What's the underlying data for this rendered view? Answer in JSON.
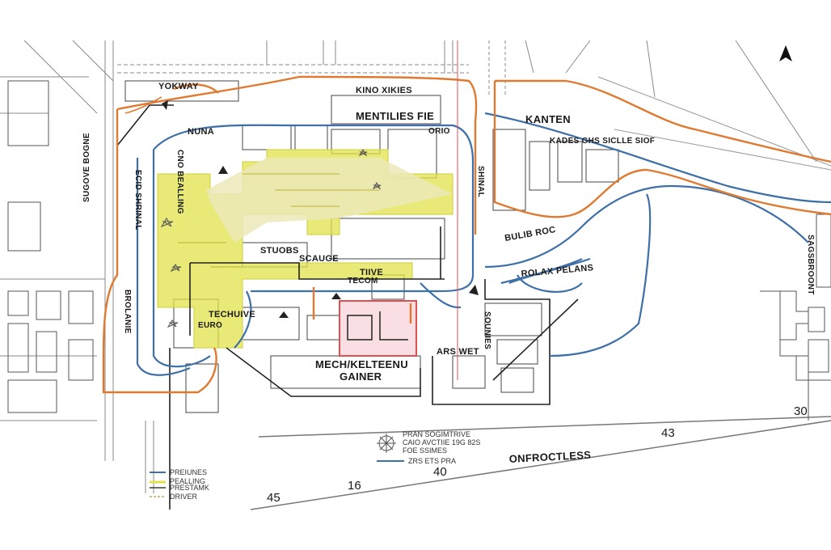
{
  "labels": {
    "yokway": "YOKWAY",
    "kino": "KINO XIKIES",
    "mentilies": "MENTILIES FIE",
    "nuna": "NUNA",
    "kanten": "KANTEN",
    "kades": "KADES GHS SICLLE SIOF",
    "ecid": "ECID SHRINAL",
    "cno": "CNO BEALLING",
    "bulib": "BULIB ROC",
    "rolax": "ROLAX PELANS",
    "stuobs": "STUOBS",
    "scauge": "SCAUGE",
    "tecom": "TECOM",
    "tiive": "TIIVE",
    "techuive": "TECHUIVE",
    "mech": "MECH/KELTEENU",
    "gainer": "GAINER",
    "ars_wet": "ARS WET",
    "sagsbroont": "SAGSBROONT",
    "onfroctless": "ONFROCTLESS",
    "brolanie": "BROLANIE",
    "sugove": "SUGOVE BOGNE",
    "sounes": "SOUNIES",
    "shinal": "SHINAL",
    "orio": "ORIO",
    "euro": "EURO"
  },
  "numbers": {
    "n30": "30",
    "n43": "43",
    "n40": "40",
    "n16": "16",
    "n45": "45"
  },
  "note": {
    "line1": "PRAN SOGIMTRIVE",
    "line2": "CAIO AVCTIIE 19G 82S",
    "line3": "FOE SSIMES",
    "line4": "ZRS ETS PRA"
  },
  "legend": {
    "items": [
      {
        "label": "PREIUNES",
        "color": "#3d6fa8",
        "style": "solid"
      },
      {
        "label": "PEALLING",
        "color": "#e1e24a",
        "style": "solid"
      },
      {
        "label": "PRESTAMK",
        "color": "#3d3d3d",
        "style": "solid"
      },
      {
        "label": "DRIVER",
        "color": "#c5a35a",
        "style": "dashed"
      }
    ]
  },
  "colors": {
    "orange": "#e07a30",
    "blue": "#3d6fa8",
    "yellow": "#e1e24a",
    "red": "#e05050"
  },
  "north_arrow": "north-arrow-icon"
}
